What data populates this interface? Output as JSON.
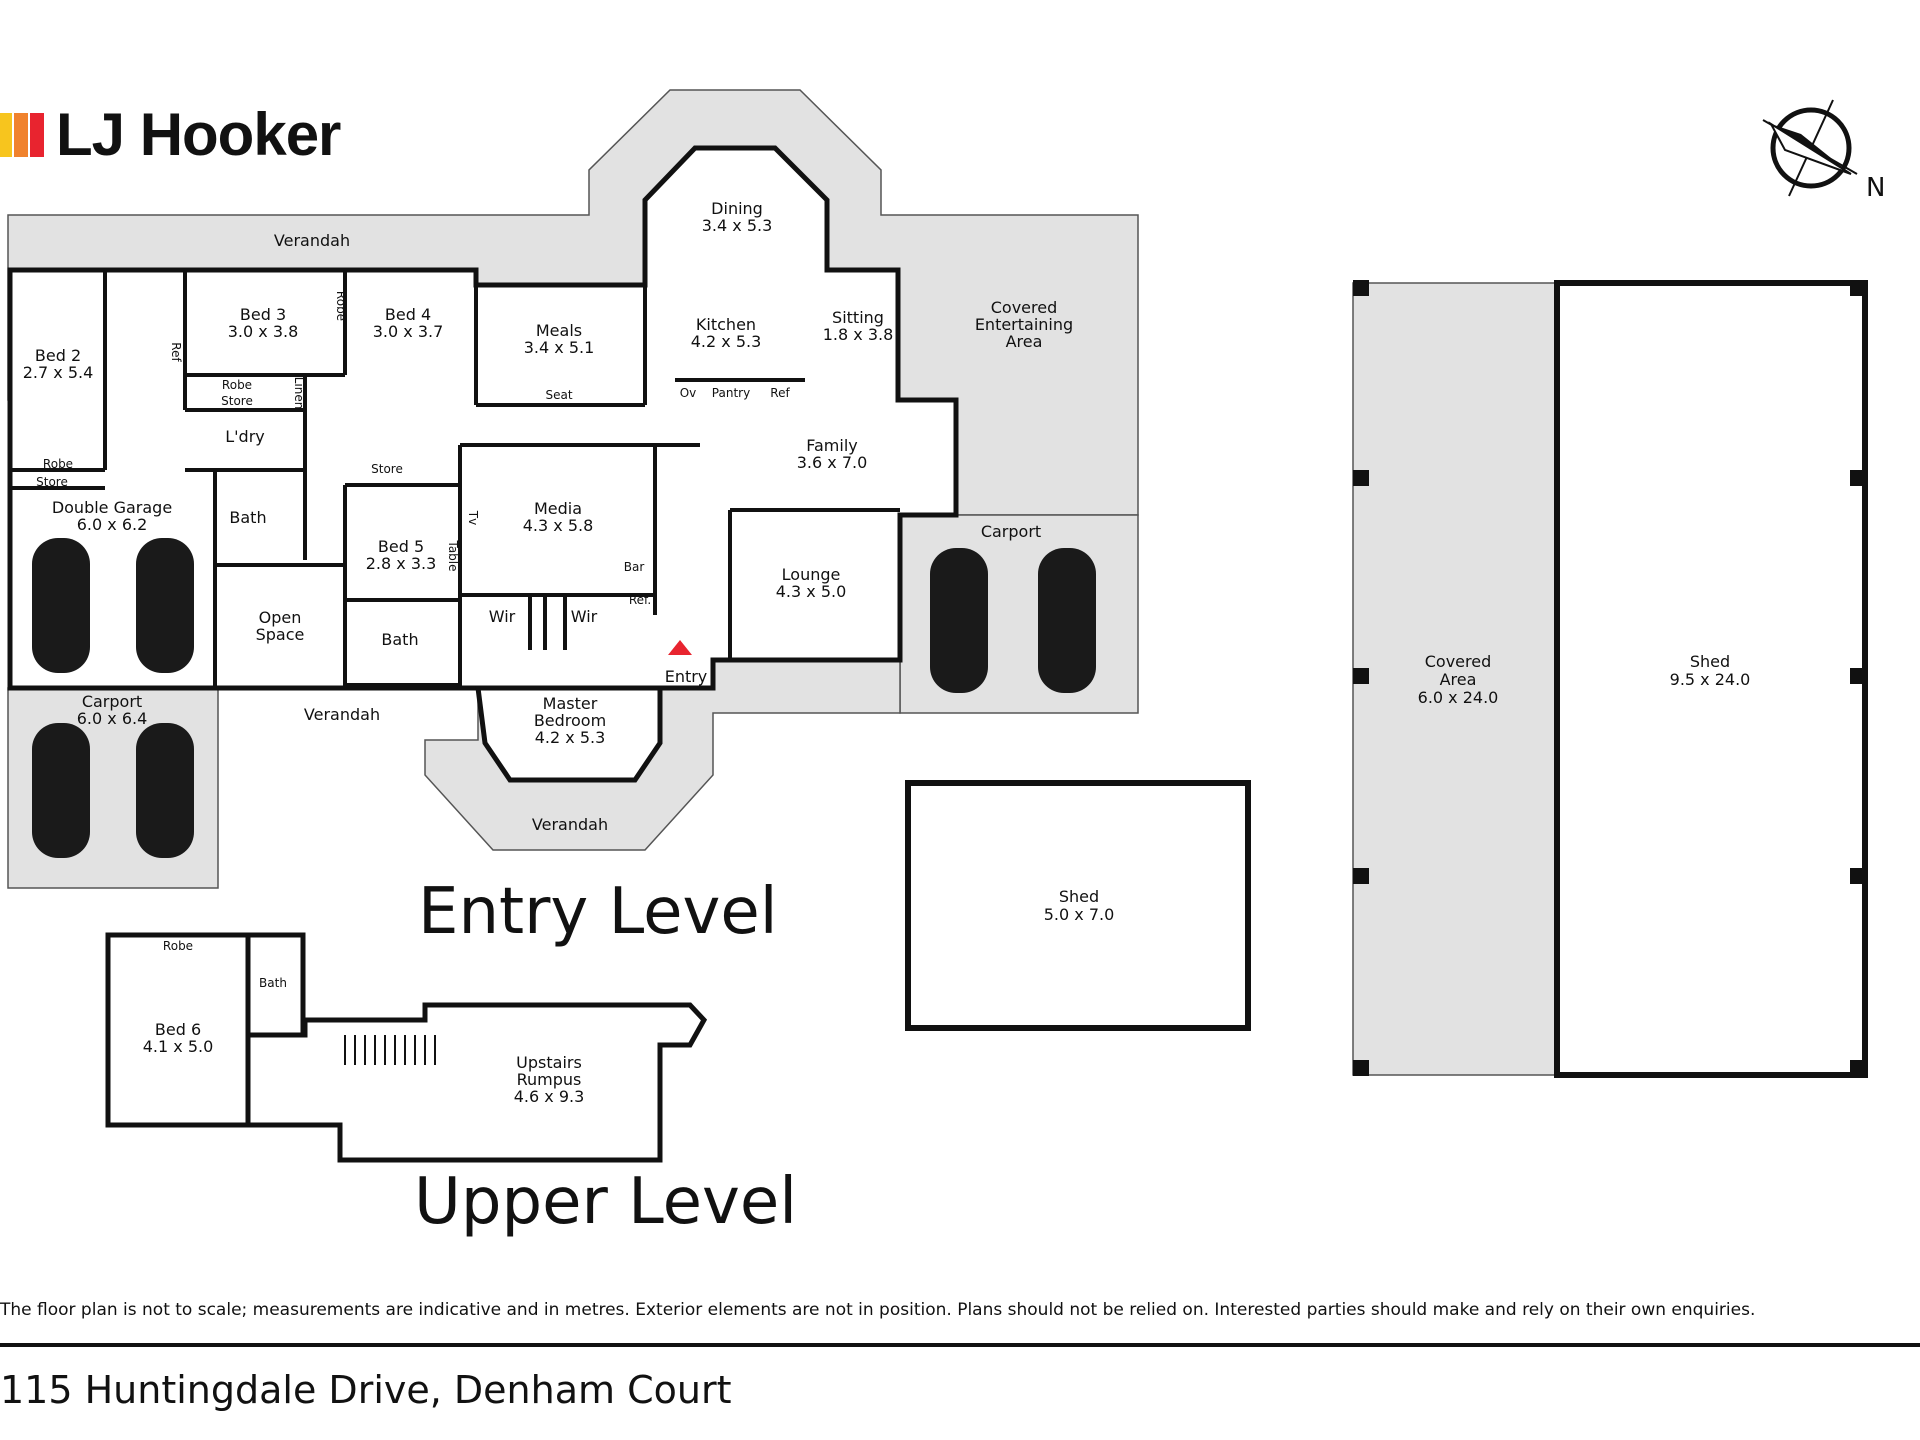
{
  "brand": {
    "name": "LJ Hooker",
    "colors": [
      "#f7c51e",
      "#f0822d",
      "#e8242f"
    ]
  },
  "compass": {
    "label": "N",
    "icon": "north-arrow-icon"
  },
  "levels": {
    "entry": "Entry Level",
    "upper": "Upper Level"
  },
  "rooms": {
    "verandah_top": "Verandah",
    "bed2": [
      "Bed 2",
      "2.7 x 5.4"
    ],
    "bed3": [
      "Bed 3",
      "3.0 x 3.8"
    ],
    "bed4": [
      "Bed 4",
      "3.0 x 3.7"
    ],
    "robe_v": "Robe",
    "ref1": "Ref",
    "meals": [
      "Meals",
      "3.4 x 5.1"
    ],
    "dining": [
      "Dining",
      "3.4 x 5.3"
    ],
    "kitchen": [
      "Kitchen",
      "4.2 x 5.3"
    ],
    "sitting": [
      "Sitting",
      "1.8 x 3.8"
    ],
    "covered_ent": [
      "Covered",
      "Entertaining",
      "Area"
    ],
    "robe1": "Robe",
    "store1": "Store",
    "linen": "Linen",
    "laundry": "L'dry",
    "seat": "Seat",
    "ov": "Ov",
    "pantry": "Pantry",
    "ref2": "Ref",
    "robe2": "Robe",
    "store2": "Store",
    "store3": "Store",
    "family": [
      "Family",
      "3.6 x 7.0"
    ],
    "double_garage": [
      "Double Garage",
      "6.0 x 6.2"
    ],
    "bath1": "Bath",
    "bed5": [
      "Bed 5",
      "2.8 x 3.3"
    ],
    "tv": "Tv",
    "table": "Table",
    "media": [
      "Media",
      "4.3 x 5.8"
    ],
    "bar": "Bar",
    "ref3": "Ref.",
    "lounge": [
      "Lounge",
      "4.3 x 5.0"
    ],
    "carport_right": "Carport",
    "open_space": [
      "Open",
      "Space"
    ],
    "bath2": "Bath",
    "wir1": "Wir",
    "wir2": "Wir",
    "entry": "Entry",
    "carport_left": [
      "Carport",
      "6.0 x 6.4"
    ],
    "verandah_mid": "Verandah",
    "master": [
      "Master",
      "Bedroom",
      "4.2 x 5.3"
    ],
    "verandah_bottom": "Verandah",
    "covered_area": [
      "Covered",
      "Area",
      "6.0 x 24.0"
    ],
    "shed_big": [
      "Shed",
      "9.5 x 24.0"
    ],
    "shed_small": [
      "Shed",
      "5.0 x 7.0"
    ],
    "robe_up": "Robe",
    "bath_up": "Bath",
    "bed6": [
      "Bed 6",
      "4.1 x 5.0"
    ],
    "rumpus": [
      "Upstairs",
      "Rumpus",
      "4.6 x 9.3"
    ]
  },
  "footer": {
    "disclaimer": "The floor plan is not to scale; measurements are indicative and in metres. Exterior elements are not in position. Plans should not be relied on. Interested parties should make and rely on their own enquiries.",
    "address": "115 Huntingdale Drive, Denham Court"
  }
}
